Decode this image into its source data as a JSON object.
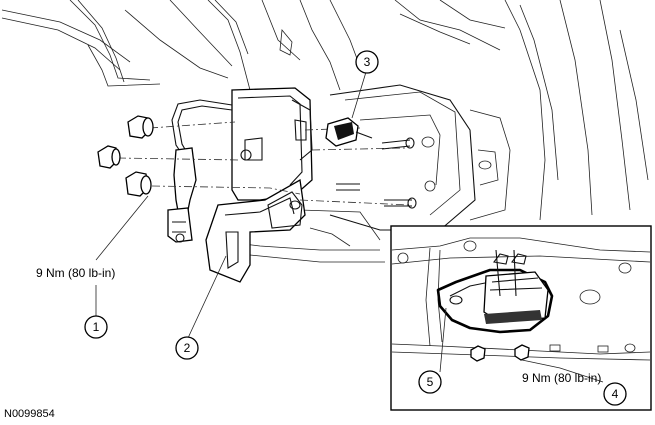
{
  "figure_id": "N0099854",
  "callouts": [
    {
      "number": "1"
    },
    {
      "number": "2"
    },
    {
      "number": "3"
    },
    {
      "number": "4"
    },
    {
      "number": "5"
    }
  ],
  "torque_main": "9 Nm (80 lb-in)",
  "torque_inset": "9 Nm (80 lb-in)"
}
